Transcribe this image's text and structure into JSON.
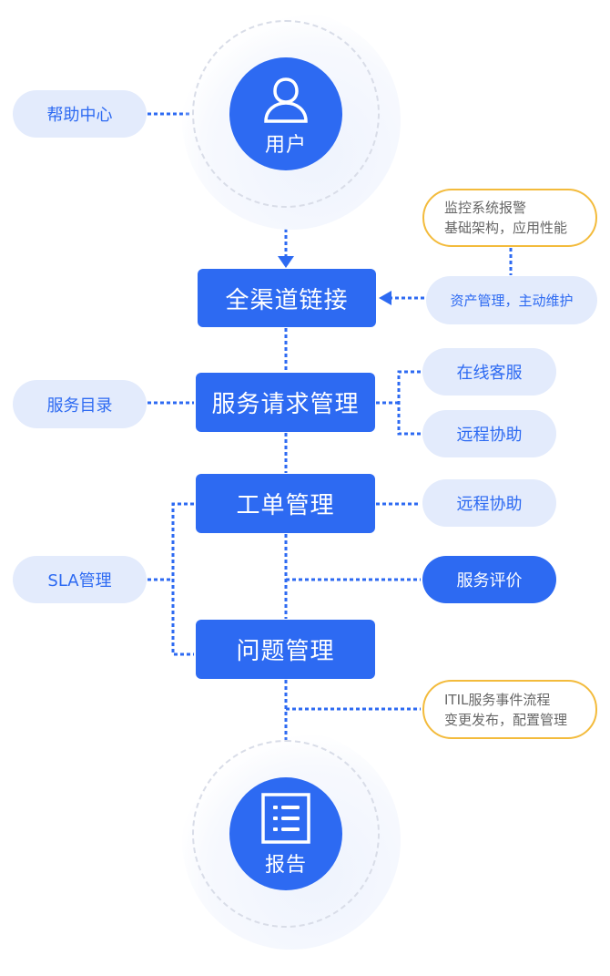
{
  "colors": {
    "primary": "#2d6af2",
    "pill_light": "#e3ebfc",
    "note_border": "#f3bb3c",
    "ring": "#d9dde8"
  },
  "nodes": {
    "user": {
      "label": "用户",
      "icon": "user-icon"
    },
    "report": {
      "label": "报告",
      "icon": "list-document-icon"
    },
    "omnichannel": {
      "label": "全渠道链接"
    },
    "service_request": {
      "label": "服务请求管理"
    },
    "ticket": {
      "label": "工单管理"
    },
    "problem": {
      "label": "问题管理"
    }
  },
  "pills": {
    "help_center": "帮助中心",
    "service_catalog": "服务目录",
    "sla": "SLA管理",
    "asset": "资产管理，主动维护",
    "online_support": "在线客服",
    "remote_assist_1": "远程协助",
    "remote_assist_2": "远程协助",
    "service_rating": "服务评价"
  },
  "notes": {
    "monitoring": {
      "line1": "监控系统报警",
      "line2": "基础架构，应用性能"
    },
    "itil": {
      "line1": "ITIL服务事件流程",
      "line2": "变更发布，配置管理"
    }
  }
}
